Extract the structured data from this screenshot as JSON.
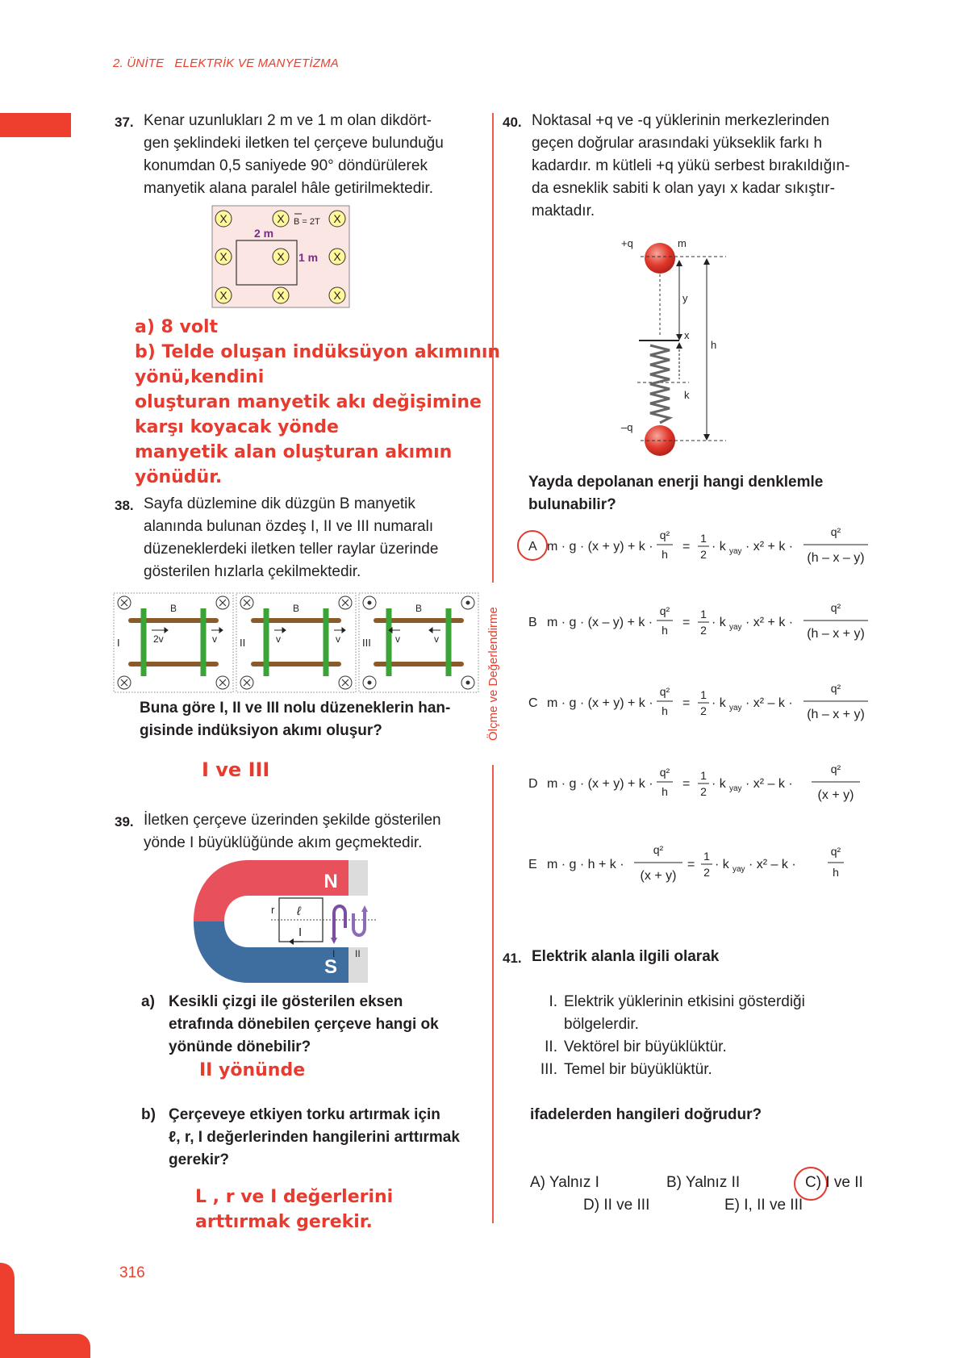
{
  "header": {
    "unit": "2. ÜNİTE",
    "title": "ELEKTRİK VE MANYETİZMA"
  },
  "side_label": "Ölçme ve Değerlendirme",
  "page_number": "316",
  "q37": {
    "num": "37.",
    "lines": [
      "Kenar uzunlukları 2 m ve 1 m olan dikdört-",
      "gen şeklindeki iletken tel çerçeve bulunduğu",
      "konumdan 0,5 saniyede 90° döndürülerek",
      "manyetik alana paralel hâle getirilmektedir."
    ],
    "fig": {
      "b_label": "B = 2T",
      "len2": "2 m",
      "len1": "1 m",
      "x": "X"
    },
    "answer": [
      "a) 8 volt",
      "b) Telde oluşan indüksüyon akımının",
      "yönü,kendini",
      "oluşturan manyetik akı değişimine",
      "karşı koyacak yönde",
      "manyetik alan oluşturan akımın",
      "yönüdür."
    ]
  },
  "q38": {
    "num": "38.",
    "lines": [
      "Sayfa düzlemine dik düzgün B manyetik",
      "alanında bulunan özdeş I, II ve III numaralı",
      "düzeneklerdeki iletken teller raylar üzerinde",
      "gösterilen hızlarla çekilmektedir."
    ],
    "question": [
      "Buna göre I, II ve III nolu düzeneklerin han-",
      "gisinde indüksiyon akımı oluşur?"
    ],
    "panels": [
      "I",
      "II",
      "III"
    ],
    "b": "B",
    "v2": "2v",
    "v": "v",
    "answer": "I ve III"
  },
  "q39": {
    "num": "39.",
    "lines": [
      "İletken çerçeve üzerinden şekilde gösterilen",
      "yönde I büyüklüğünde akım geçmektedir."
    ],
    "magnet": {
      "n": "N",
      "s": "S",
      "r": "r",
      "l": "ℓ",
      "i": "I",
      "dir1": "I",
      "dir2": "II"
    },
    "a_label": "a)",
    "a_lines": [
      "Kesikli çizgi ile gösterilen eksen",
      "etrafında dönebilen çerçeve hangi ok",
      "yönünde dönebilir?"
    ],
    "a_answer": "II yönünde",
    "b_label": "b)",
    "b_lines": [
      "Çerçeveye etkiyen torku artırmak için",
      "ℓ, r, I değerlerinden hangilerini arttırmak",
      "gerekir?"
    ],
    "b_answer": [
      "L , r ve I değerlerini",
      "arttırmak gerekir."
    ]
  },
  "q40": {
    "num": "40.",
    "lines": [
      "Noktasal +q ve -q yüklerinin merkezlerinden",
      "geçen doğrular arasındaki yükseklik farkı h",
      "kadardır. m kütleli +q yükü serbest bırakıldığın-",
      "da esneklik sabiti k olan yayı x kadar sıkıştır-",
      "maktadır."
    ],
    "fig": {
      "pq": "+q",
      "m": "m",
      "y": "y",
      "x": "x",
      "k": "k",
      "h": "h",
      "nq": "–q"
    },
    "question": [
      "Yayda depolanan enerji hangi denklemle",
      "bulunabilir?"
    ],
    "options": [
      {
        "label": "A",
        "lhs": "m · g · (x + y) + k ·",
        "lnum": "q²",
        "lden": "h",
        "mid": "=",
        "half_n": "1",
        "half_d": "2",
        "kyay": "· k",
        "sub": "yay",
        "x2": "· x² + k ·",
        "rnum": "q²",
        "rden": "(h – x – y)"
      },
      {
        "label": "B",
        "lhs": "m · g · (x – y) + k ·",
        "lnum": "q²",
        "lden": "h",
        "mid": "=",
        "half_n": "1",
        "half_d": "2",
        "kyay": "· k",
        "sub": "yay",
        "x2": "· x² + k ·",
        "rnum": "q²",
        "rden": "(h – x + y)"
      },
      {
        "label": "C",
        "lhs": "m · g · (x + y) + k ·",
        "lnum": "q²",
        "lden": "h",
        "mid": "=",
        "half_n": "1",
        "half_d": "2",
        "kyay": "· k",
        "sub": "yay",
        "x2": "· x² – k ·",
        "rnum": "q²",
        "rden": "(h – x + y)"
      },
      {
        "label": "D",
        "lhs": "m · g · (x + y) + k ·",
        "lnum": "q²",
        "lden": "h",
        "mid": "=",
        "half_n": "1",
        "half_d": "2",
        "kyay": "· k",
        "sub": "yay",
        "x2": "· x² – k ·",
        "rnum": "q²",
        "rden": "(x + y)"
      },
      {
        "label": "E",
        "lhs": "m · g · h + k ·",
        "lnum": "q²",
        "lden": "(x + y)",
        "mid": "=",
        "half_n": "1",
        "half_d": "2",
        "kyay": "· k",
        "sub": "yay",
        "x2": "· x² – k ·",
        "rnum": "q²",
        "rden": "h"
      }
    ]
  },
  "q41": {
    "num": "41.",
    "stem": "Elektrik alanla ilgili olarak",
    "items": [
      {
        "n": "I.",
        "t": "Elektrik yüklerinin etkisini gösterdiği"
      },
      {
        "n": "",
        "t": "bölgelerdir."
      },
      {
        "n": "II.",
        "t": "Vektörel bir büyüklüktür."
      },
      {
        "n": "III.",
        "t": "Temel bir büyüklüktür."
      }
    ],
    "question": "ifadelerden hangileri doğrudur?",
    "choices": [
      "A) Yalnız I",
      "B) Yalnız II",
      "C) I ve II",
      "D) II ve III",
      "E) I, II ve III"
    ]
  }
}
